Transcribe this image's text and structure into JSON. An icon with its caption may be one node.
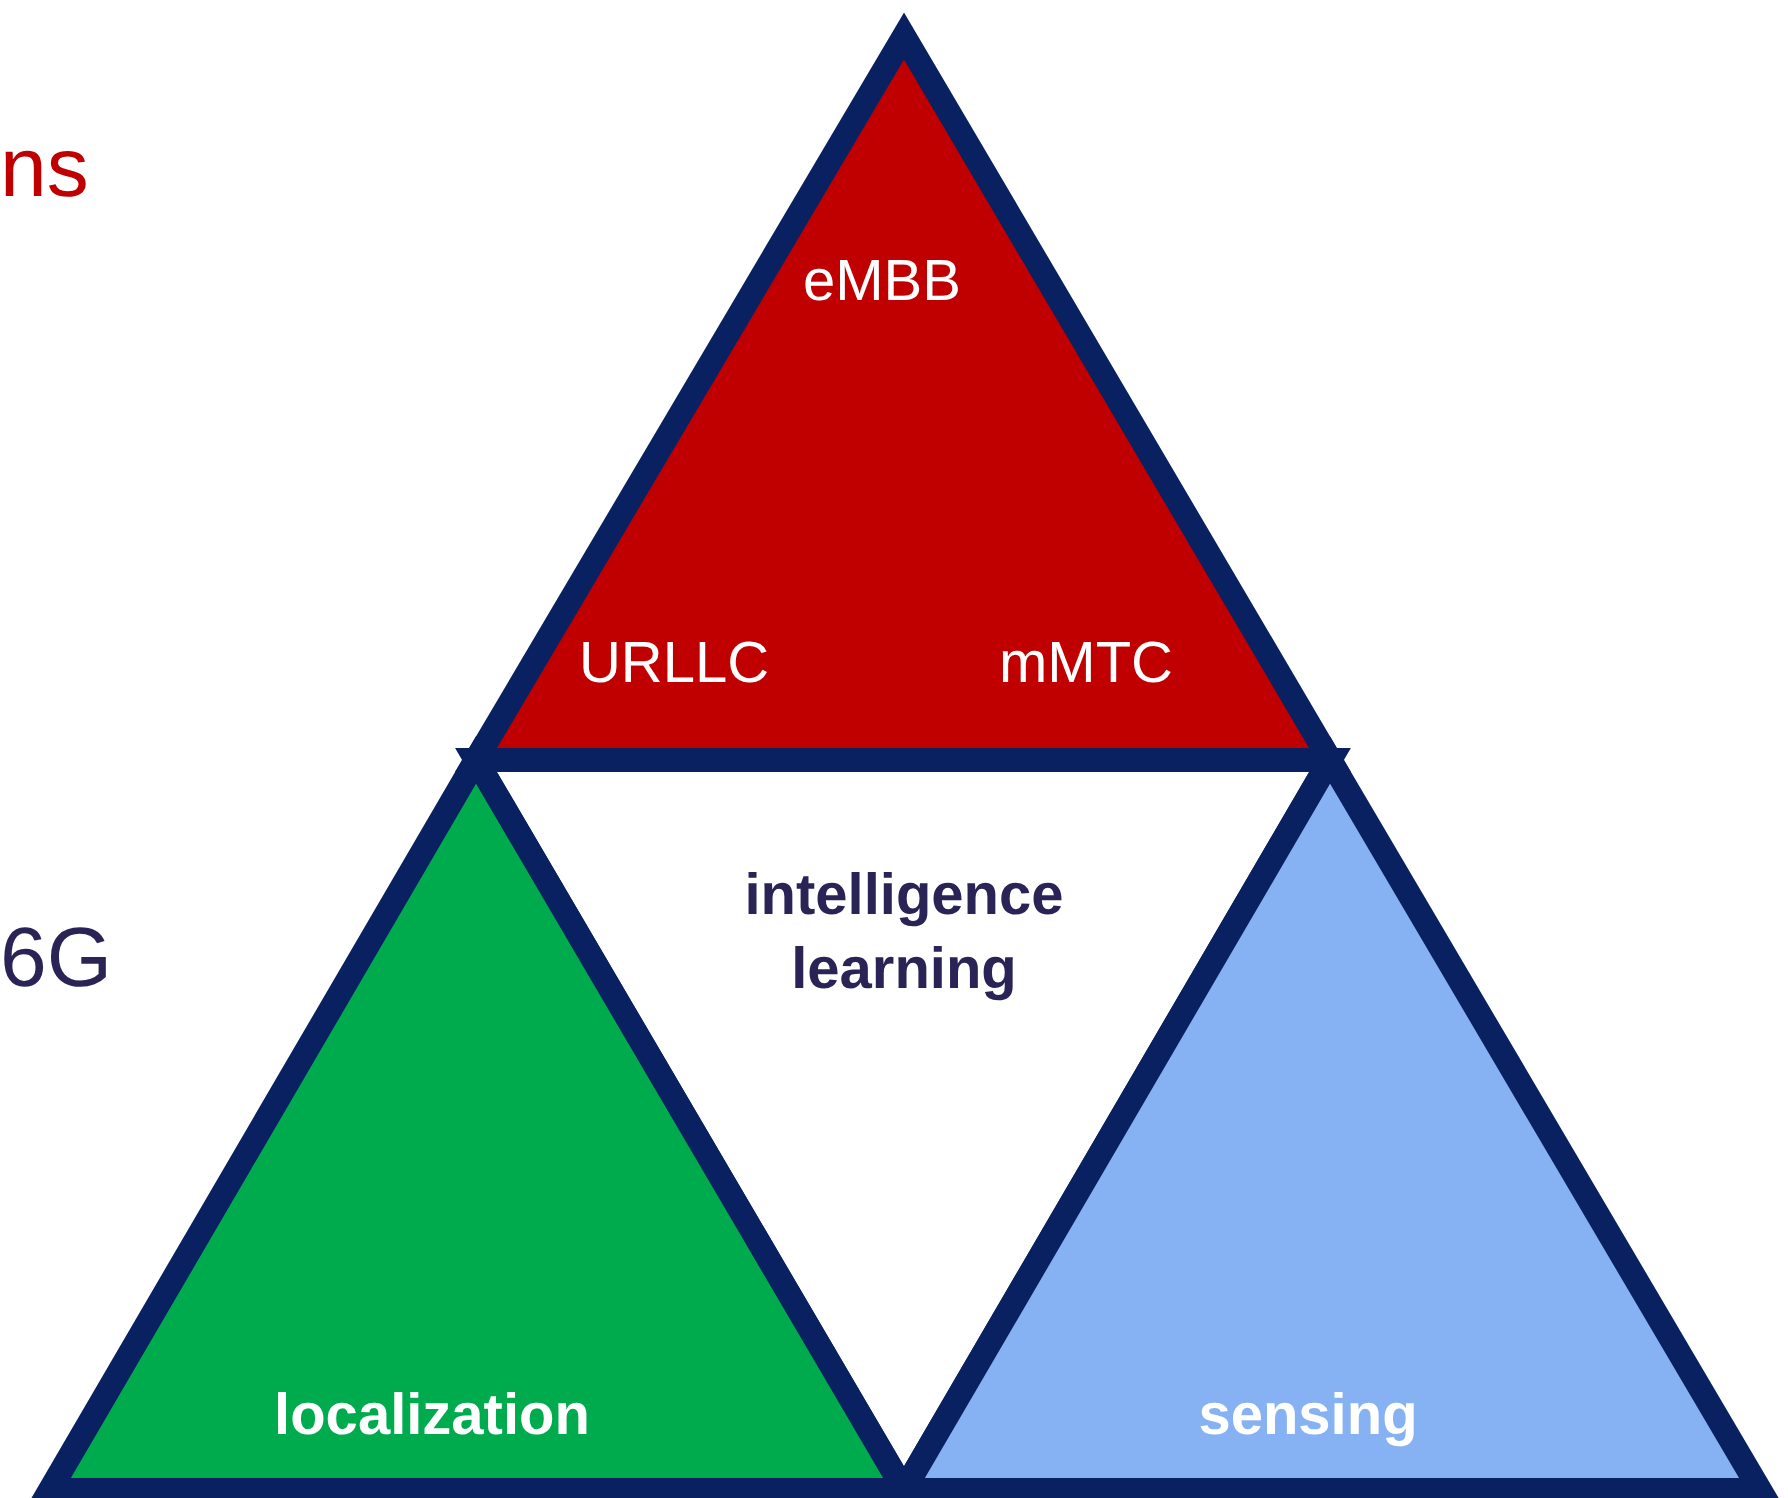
{
  "diagram": {
    "nodes": [
      {
        "text": [
          "eMBB",
          "URLLC",
          "mMTC"
        ]
      },
      {
        "text": [
          "intelligence learning"
        ]
      },
      {
        "text": [
          "localization"
        ]
      },
      {
        "text": [
          "sensing"
        ]
      }
    ],
    "labels": [
      "ns",
      "6G"
    ]
  }
}
